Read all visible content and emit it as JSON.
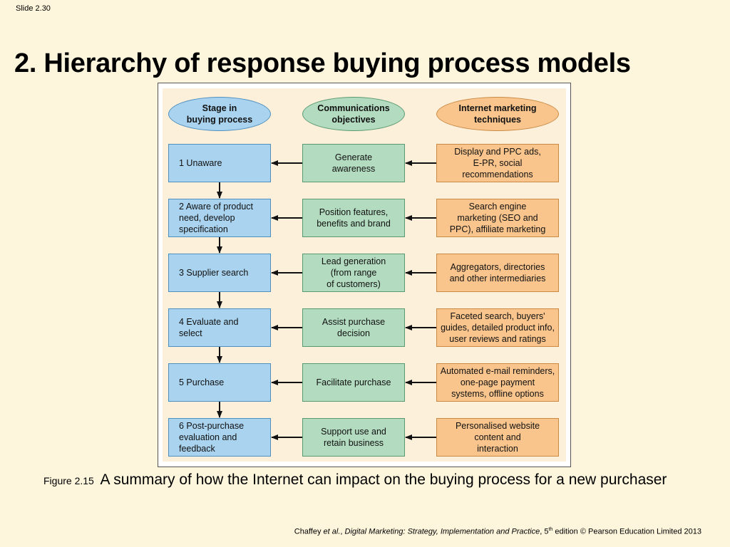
{
  "slide_number": "Slide 2.30",
  "title": "2. Hierarchy of response buying process models",
  "diagram": {
    "headers": {
      "stage": "Stage in\nbuying process",
      "objectives": "Communications\nobjectives",
      "techniques": "Internet marketing\ntechniques"
    },
    "rows": [
      {
        "stage": "1  Unaware",
        "objective": "Generate\nawareness",
        "technique": "Display and PPC ads,\nE-PR, social\nrecommendations"
      },
      {
        "stage": "2  Aware of product\n    need, develop\n    specification",
        "objective": "Position features,\nbenefits and brand",
        "technique": "Search engine\nmarketing (SEO and\nPPC), affiliate marketing"
      },
      {
        "stage": "3  Supplier search",
        "objective": "Lead generation\n(from range\nof customers)",
        "technique": "Aggregators, directories\nand other intermediaries"
      },
      {
        "stage": "4  Evaluate and\n    select",
        "objective": "Assist purchase\ndecision",
        "technique": "Faceted search, buyers'\nguides, detailed product info,\nuser reviews and ratings"
      },
      {
        "stage": "5  Purchase",
        "objective": "Facilitate purchase",
        "technique": "Automated e-mail reminders,\none-page payment\nsystems, offline options"
      },
      {
        "stage": "6  Post-purchase\n    evaluation and\n    feedback",
        "objective": "Support use and\nretain business",
        "technique": "Personalised website\ncontent and\ninteraction"
      }
    ]
  },
  "caption": {
    "label": "Figure 2.15",
    "text": "A summary of how the Internet can impact on the buying process for a new purchaser"
  },
  "footer": {
    "authors": "Chaffey",
    "et_al": "et al.",
    "comma": ",",
    "book": "Digital Marketing: Strategy, Implementation and Practice",
    "edition_num": ", 5",
    "edition_sup": "th",
    "rest": " edition © Pearson Education Limited 2013"
  }
}
